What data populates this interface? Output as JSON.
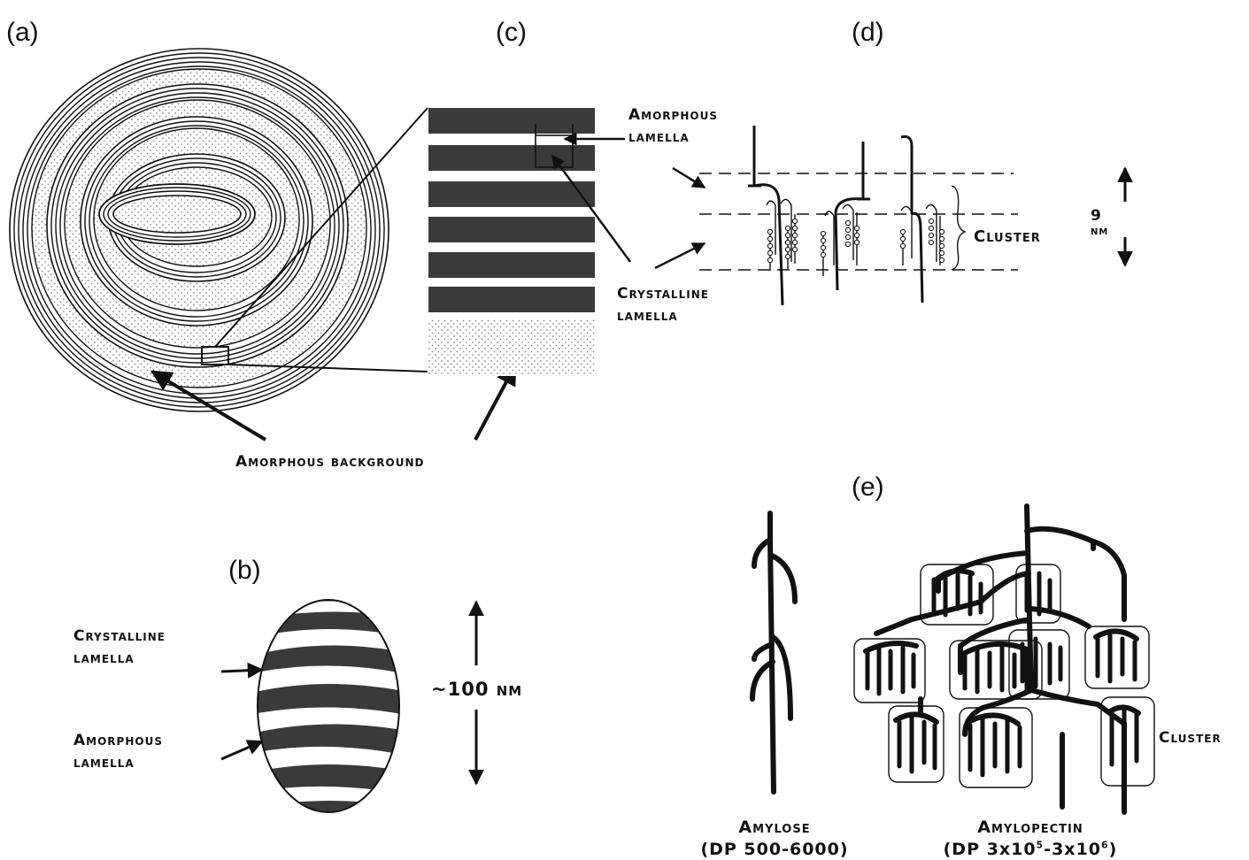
{
  "panels": {
    "a": "(a)",
    "b": "(b)",
    "c": "(c)",
    "d": "(d)",
    "e": "(e)"
  },
  "labels": {
    "amorphous_background": "Amorphous background",
    "c_amorphous": [
      "Amorphous",
      "lamella"
    ],
    "c_crystalline": [
      "Crystalline",
      "lamella"
    ],
    "d_cluster": "Cluster",
    "d_repeat_number": "9",
    "d_repeat_unit": "nm",
    "b_crystalline": [
      "Crystalline",
      "lamella"
    ],
    "b_amorphous": [
      "Amorphous",
      "lamella"
    ],
    "b_size": "~100 nm",
    "e_cluster": "Cluster",
    "amylose_name": "Amylose",
    "amylose_dp": "(DP 500-6000)",
    "amylopectin_name": "Amylopectin",
    "amylopectin_dp_prefix": "(DP 3x10",
    "amylopectin_dp_exp1": "5",
    "amylopectin_dp_mid": "-3x10",
    "amylopectin_dp_exp2": "6",
    "amylopectin_dp_suffix": ")"
  },
  "colors": {
    "ink": "#111111",
    "band": "#3a3a3a",
    "stipple": "#9a9a9a"
  }
}
